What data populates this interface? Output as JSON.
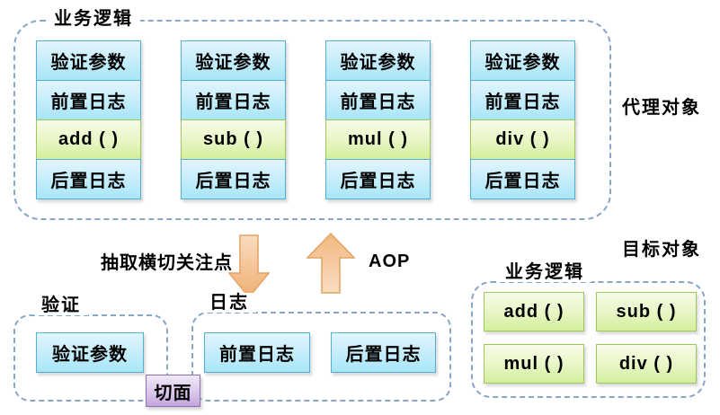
{
  "proxy": {
    "group_label": "业务逻辑",
    "side_label": "代理对象",
    "columns": [
      {
        "cells": [
          {
            "text": "验证参数"
          },
          {
            "text": "前置日志"
          },
          {
            "text": "add ( )"
          },
          {
            "text": "后置日志"
          }
        ]
      },
      {
        "cells": [
          {
            "text": "验证参数"
          },
          {
            "text": "前置日志"
          },
          {
            "text": "sub ( )"
          },
          {
            "text": "后置日志"
          }
        ]
      },
      {
        "cells": [
          {
            "text": "验证参数"
          },
          {
            "text": "前置日志"
          },
          {
            "text": "mul ( )"
          },
          {
            "text": "后置日志"
          }
        ]
      },
      {
        "cells": [
          {
            "text": "验证参数"
          },
          {
            "text": "前置日志"
          },
          {
            "text": "div ( )"
          },
          {
            "text": "后置日志"
          }
        ]
      }
    ]
  },
  "middle": {
    "extract_label": "抽取横切关注点",
    "aop_label": "AOP"
  },
  "aspect": {
    "badge": "切面",
    "validation": {
      "label": "验证",
      "item": "验证参数"
    },
    "log": {
      "label": "日志",
      "items": [
        "前置日志",
        "后置日志"
      ]
    }
  },
  "target": {
    "side_label": "目标对象",
    "group_label": "业务逻辑",
    "methods": [
      "add ( )",
      "sub ( )",
      "mul ( )",
      "div ( )"
    ]
  },
  "colors": {
    "blue_box_border": "#54afd8",
    "green_box_border": "#9fc75e",
    "purple_border": "#8e6db3",
    "arrow_orange": "#f0b078",
    "dash_border": "#8aa6c6"
  }
}
